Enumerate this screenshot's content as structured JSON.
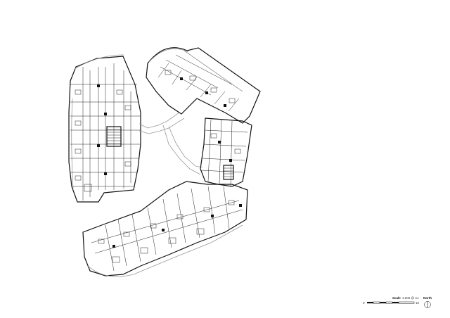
{
  "legend": {
    "scale_title": "Scale",
    "scale_value": "1:200 @ A1",
    "scale_start": "0",
    "scale_end": "10",
    "north_title": "North"
  }
}
